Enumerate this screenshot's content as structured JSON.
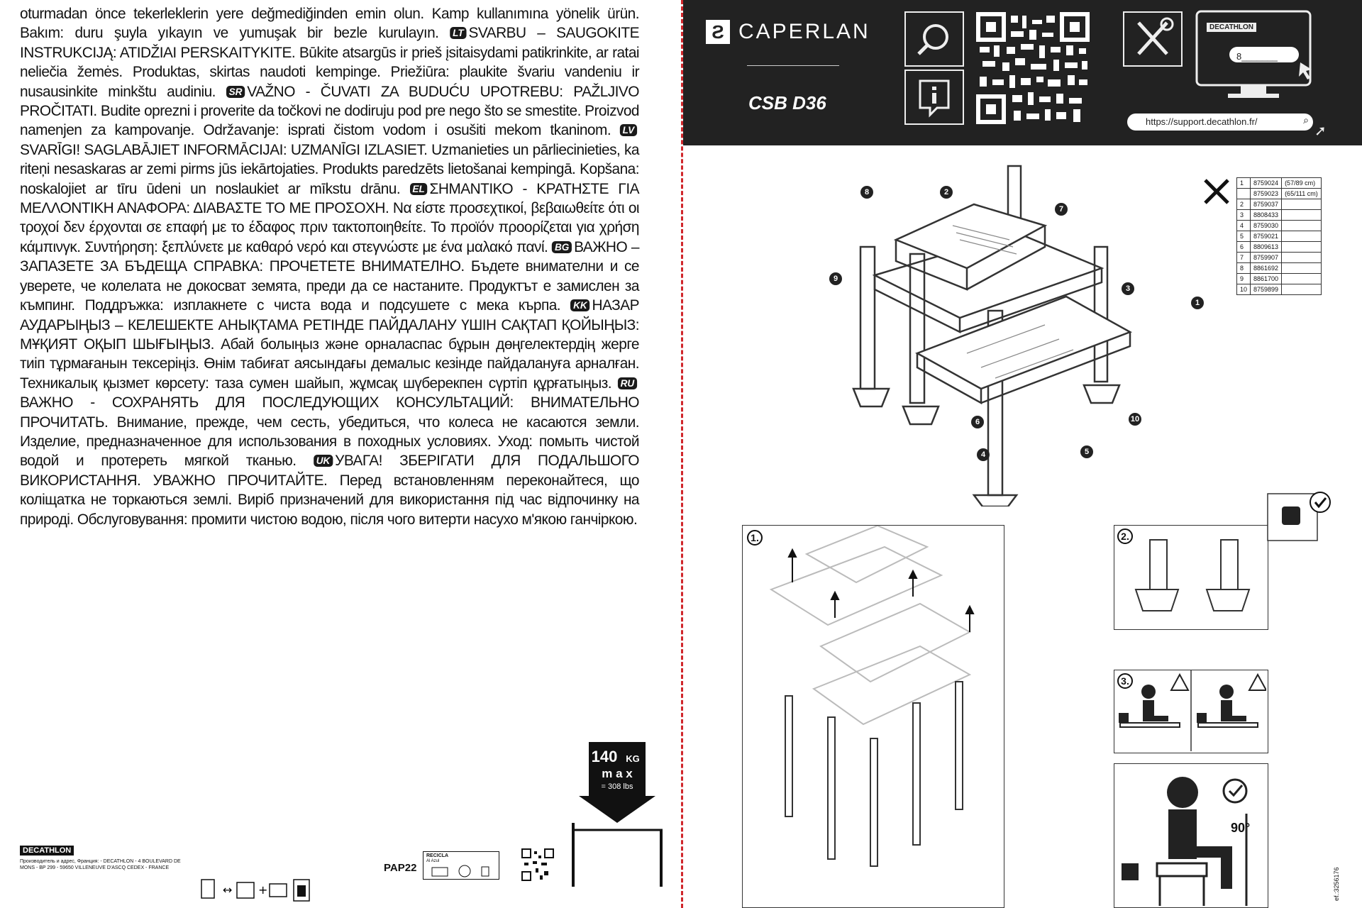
{
  "manual": {
    "segments": [
      {
        "tag": "",
        "text": "oturmadan önce tekerleklerin yere değmediğinden emin olun. Kamp kullanımına yönelik ürün. Bakım: duru şuyla yıkayın ve yumuşak bir bezle kurulayın."
      },
      {
        "tag": "LT",
        "text": "SVARBU – SAUGOKITE INSTRUKCIJĄ: ATIDŽIAI PERSKAITYKITE. Būkite atsargūs ir prieš įsitaisydami patikrinkite, ar ratai neliečia žemės. Produktas, skirtas naudoti kempinge. Priežiūra: plaukite švariu vandeniu ir nusausinkite minkštu audiniu."
      },
      {
        "tag": "SR",
        "text": "VAŽNO - ČUVATI ZA BUDUĆU UPOTREBU: PAŽLJIVO PROČITATI. Budite oprezni i proverite da točkovi ne dodiruju pod pre nego što se smestite. Proizvod namenjen za kampovanje. Održavanje: isprati čistom vodom i osušiti mekom tkaninom."
      },
      {
        "tag": "LV",
        "text": "SVARĪGI! SAGLABĀJIET INFORMĀCIJAI: UZMANĪGI IZLASIET. Uzmanieties un pārliecinieties, ka riteņi nesaskaras ar zemi pirms jūs iekārtojaties. Produkts paredzēts lietošanai kempingā. Kopšana: noskalojiet ar tīru ūdeni un noslaukiet ar mīkstu drānu."
      },
      {
        "tag": "EL",
        "text": "ΣΗΜΑΝΤΙΚΟ - ΚΡΑΤΗΣΤΕ ΓΙΑ ΜΕΛΛΟΝΤΙΚΗ ΑΝΑΦΟΡΑ: ΔΙΑΒΑΣΤΕ ΤΟ ΜΕ ΠΡΟΣΟΧΗ. Να είστε προσεχτικοί, βεβαιωθείτε ότι οι τροχοί δεν έρχονται σε επαφή με το έδαφος πριν τακτοποιηθείτε. Το προϊόν προορίζεται για χρήση κάμπινγκ. Συντήρηση: ξεπλύνετε με καθαρό νερό και στεγνώστε με ένα μαλακό πανί."
      },
      {
        "tag": "BG",
        "text": "ВАЖНО – ЗАПАЗЕТЕ ЗА БЪДЕЩА СПРАВКА: ПРОЧЕТЕТЕ ВНИМАТЕЛНО. Бъдете внимателни и се уверете, че колелата не докосват земята, преди да се настаните. Продуктът е замислен за къмпинг. Поддръжка: изплакнете с чиста вода и подсушете с мека кърпа."
      },
      {
        "tag": "KK",
        "text": "НАЗАР АУДАРЫҢЫЗ – КЕЛЕШЕКТЕ АНЫҚТАМА РЕТІНДЕ ПАЙДАЛАНУ ҮШІН САҚТАП ҚОЙЫҢЫЗ: МҰҚИЯТ ОҚЫП ШЫҒЫҢЫЗ. Абай болыңыз және орналаспас бұрын дөңгелектердің жерге тиіп тұрмағанын тексеріңіз. Өнім табиғат аясындағы демалыс кезінде пайдалануға арналған. Техникалық қызмет көрсету: таза сумен шайып, жұмсақ шүберекпен сүртіп құрғатыңыз."
      },
      {
        "tag": "RU",
        "text": "ВАЖНО - СОХРАНЯТЬ ДЛЯ ПОСЛЕДУЮЩИХ КОНСУЛЬТАЦИЙ: ВНИМАТЕЛЬНО ПРОЧИТАТЬ. Внимание, прежде, чем сесть, убедиться, что колеса не касаются земли. Изделие, предназначенное для использования в походных условиях. Уход: помыть чистой водой и протереть мягкой тканью."
      },
      {
        "tag": "UK",
        "text": "УВАГА! ЗБЕРІГАТИ ДЛЯ ПОДАЛЬШОГО ВИКОРИСТАННЯ. УВАЖНО ПРОЧИТАЙТЕ. Перед встановленням переконайтеся, що коліщатка не торкаються землі. Виріб призначений для використання під час відпочинку на природі. Обслуговування: промити чистою водою, після чого витерти насухо м'якою ганчіркою."
      }
    ]
  },
  "load": {
    "value": "140",
    "unit": "KG",
    "max": "m a x",
    "lbs": "= 308 lbs"
  },
  "footer": {
    "brand": "DECATHLON",
    "address": "Производитель и адрес, Франция: - DECATHLON - 4 BOULEVARD DE MONS - BP 299 - 59650 VILLENEUVE D'ASCQ CEDEX - FRANCE",
    "pap": "PAP22",
    "recycle_title": "RECICLA",
    "recycle_sub": "Al Azul"
  },
  "header": {
    "brand": "CAPERLAN",
    "model": "CSB D36",
    "screen_brand": "DECATHLON",
    "search_value": "8_______",
    "support_url": "https://support.decathlon.fr/"
  },
  "parts": [
    {
      "n": "1",
      "ref": "8759024",
      "size": "(57/89 cm)"
    },
    {
      "n": "",
      "ref": "8759023",
      "size": "(65/111 cm)"
    },
    {
      "n": "2",
      "ref": "8759037",
      "size": ""
    },
    {
      "n": "3",
      "ref": "8808433",
      "size": ""
    },
    {
      "n": "4",
      "ref": "8759030",
      "size": ""
    },
    {
      "n": "5",
      "ref": "8759021",
      "size": ""
    },
    {
      "n": "6",
      "ref": "8809613",
      "size": ""
    },
    {
      "n": "7",
      "ref": "8759907",
      "size": ""
    },
    {
      "n": "8",
      "ref": "8861692",
      "size": ""
    },
    {
      "n": "9",
      "ref": "8861700",
      "size": ""
    },
    {
      "n": "10",
      "ref": "8759899",
      "size": ""
    }
  ],
  "callouts": {
    "c1": "1",
    "c2": "2",
    "c3": "3",
    "c4": "4",
    "c5": "5",
    "c6": "6",
    "c7": "7",
    "c8": "8",
    "c9": "9",
    "c10": "10"
  },
  "steps": {
    "s1": "1.",
    "s2": "2.",
    "s3": "3."
  },
  "angle": "90°",
  "ref_code": "ef.:3256176",
  "colors": {
    "header_bg": "#222222",
    "divider": "#d0262b"
  }
}
